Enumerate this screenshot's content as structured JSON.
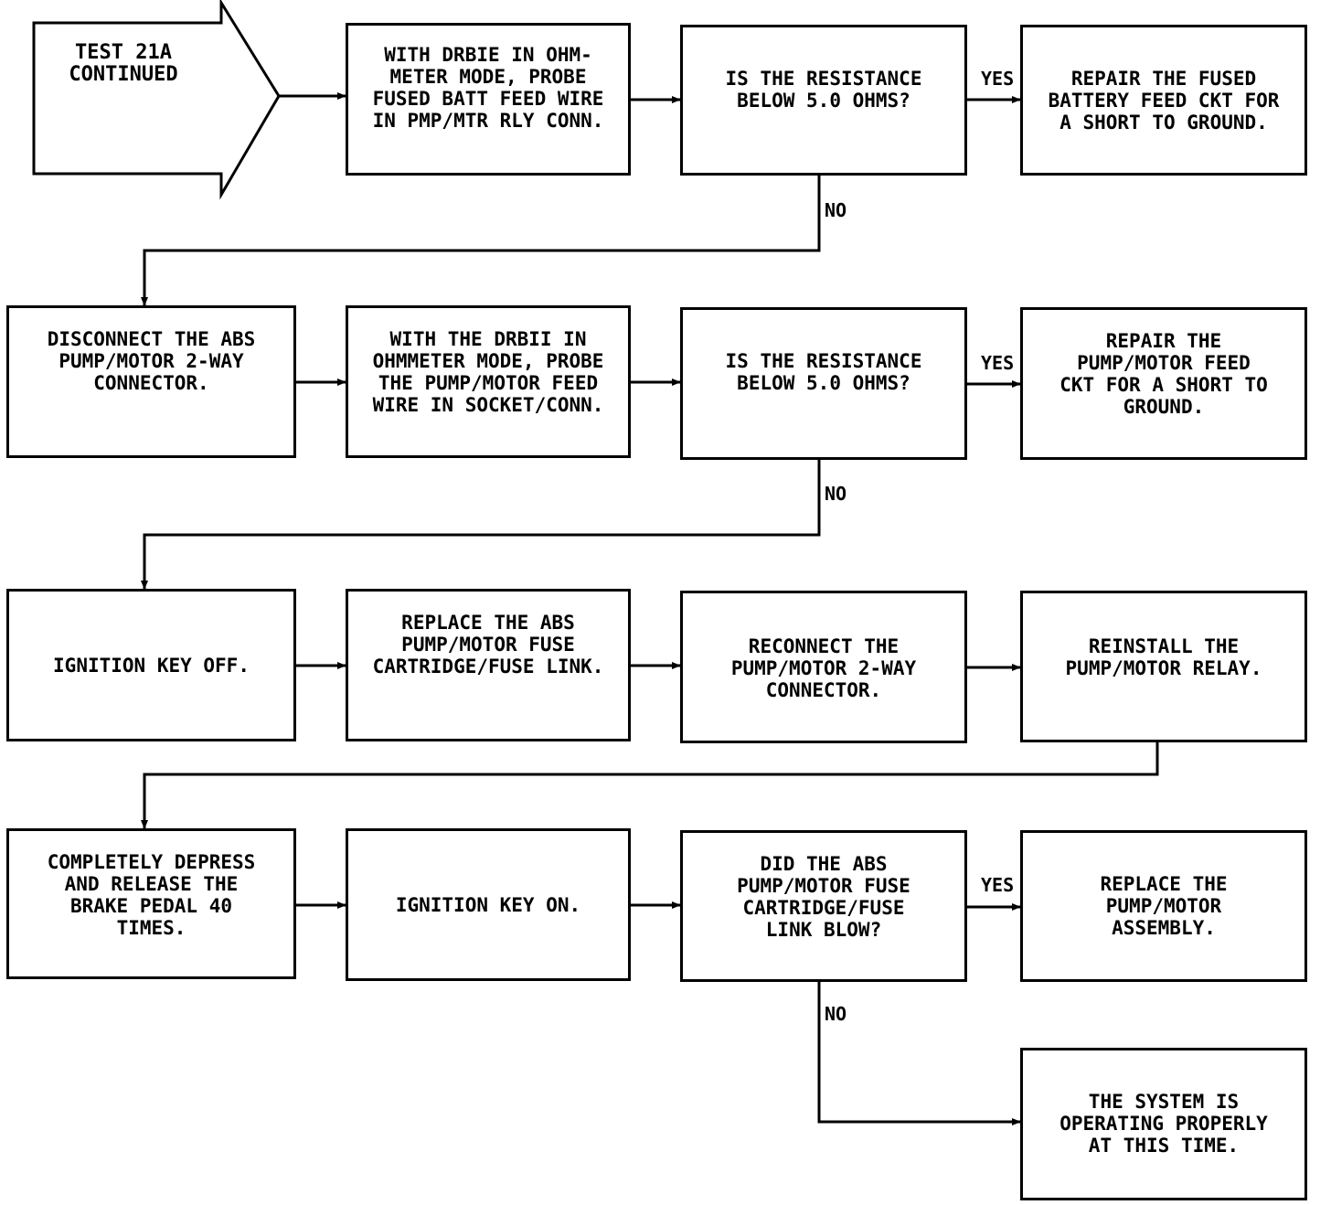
{
  "start": {
    "text": "TEST 21A\nCONTINUED"
  },
  "boxes": {
    "r1c2": "WITH DRBIE IN OHM-\nMETER MODE, PROBE\nFUSED BATT FEED WIRE\nIN PMP/MTR RLY CONN.",
    "r1c3": "IS THE RESISTANCE\nBELOW 5.0 OHMS?",
    "r1c4": "REPAIR THE FUSED\nBATTERY FEED CKT FOR\nA SHORT TO GROUND.",
    "r2c1": "DISCONNECT THE ABS\nPUMP/MOTOR 2-WAY\nCONNECTOR.",
    "r2c2": "WITH THE DRBII IN\nOHMMETER MODE, PROBE\nTHE PUMP/MOTOR FEED\nWIRE IN SOCKET/CONN.",
    "r2c3": "IS THE RESISTANCE\nBELOW 5.0 OHMS?",
    "r2c4": "REPAIR THE\nPUMP/MOTOR FEED\nCKT FOR A SHORT TO\nGROUND.",
    "r3c1": "IGNITION KEY OFF.",
    "r3c2": "REPLACE THE ABS\nPUMP/MOTOR FUSE\nCARTRIDGE/FUSE LINK.",
    "r3c3": "RECONNECT THE\nPUMP/MOTOR 2-WAY\nCONNECTOR.",
    "r3c4": "REINSTALL THE\nPUMP/MOTOR RELAY.",
    "r4c1": "COMPLETELY DEPRESS\nAND RELEASE THE\nBRAKE PEDAL 40\nTIMES.",
    "r4c2": "IGNITION KEY ON.",
    "r4c3": "DID THE ABS\nPUMP/MOTOR FUSE\nCARTRIDGE/FUSE\nLINK BLOW?",
    "r4c4": "REPLACE THE\nPUMP/MOTOR\nASSEMBLY.",
    "r5c4": "THE SYSTEM IS\nOPERATING PROPERLY\nAT THIS TIME."
  },
  "labels": {
    "yes": "YES",
    "no": "NO"
  }
}
